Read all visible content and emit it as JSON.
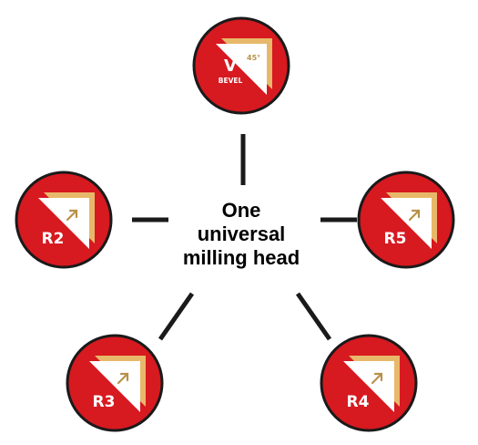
{
  "center": {
    "line1": "One",
    "line2": "universal",
    "line3": "milling head"
  },
  "badges": {
    "v": {
      "letter": "V",
      "angle": "45°",
      "sub": "BEVEL",
      "icon": "chamfer-45-icon"
    },
    "r2": {
      "label": "R2",
      "icon": "diagonal-arrow-icon"
    },
    "r3": {
      "label": "R3",
      "icon": "diagonal-arrow-icon"
    },
    "r4": {
      "label": "R4",
      "icon": "diagonal-arrow-icon"
    },
    "r5": {
      "label": "R5",
      "icon": "diagonal-arrow-icon"
    }
  },
  "colors": {
    "badge_red": "#d71920",
    "badge_ring": "#1a1a1a",
    "panel_white": "#ffffff",
    "panel_edge": "#e8b86a",
    "arrow_gold": "#b8924a",
    "connector": "#1a1a1a"
  }
}
